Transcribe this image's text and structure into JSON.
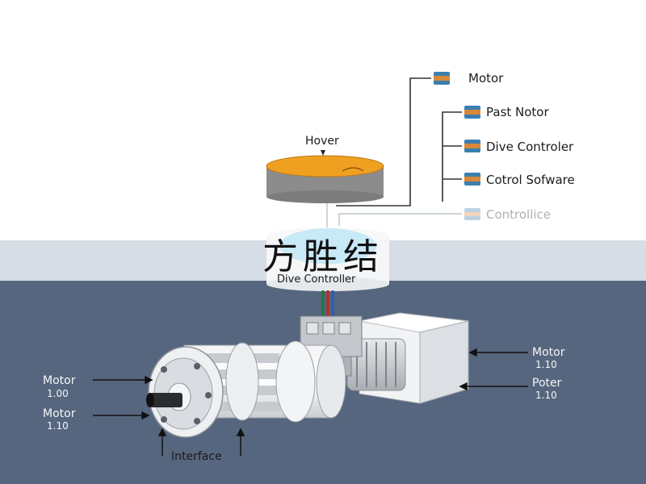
{
  "banner": {
    "text": "方胜结"
  },
  "legend": {
    "items": [
      {
        "label": "Motor"
      },
      {
        "label": "Past Notor"
      },
      {
        "label": "Dive Controler"
      },
      {
        "label": "Cotrol Sofware"
      },
      {
        "label": "Controllice"
      }
    ]
  },
  "diagram": {
    "hover_label": "Hover",
    "drive_controller_label": "Dive Controller",
    "left_labels": [
      {
        "title": "Motor",
        "value": "1.00"
      },
      {
        "title": "Motor",
        "value": "1.10"
      }
    ],
    "right_labels": [
      {
        "title": "Motor",
        "value": "1.10"
      },
      {
        "title": "Poter",
        "value": "1.10"
      }
    ],
    "interface_label": "Interface"
  },
  "colors": {
    "disk_top": "#f0a020",
    "disk_side": "#8c8c8c",
    "legend_icon_top": "#3a7fb0",
    "legend_icon_band": "#d9883a",
    "dark_band": "#56667e",
    "light_band": "#d6dde5"
  }
}
